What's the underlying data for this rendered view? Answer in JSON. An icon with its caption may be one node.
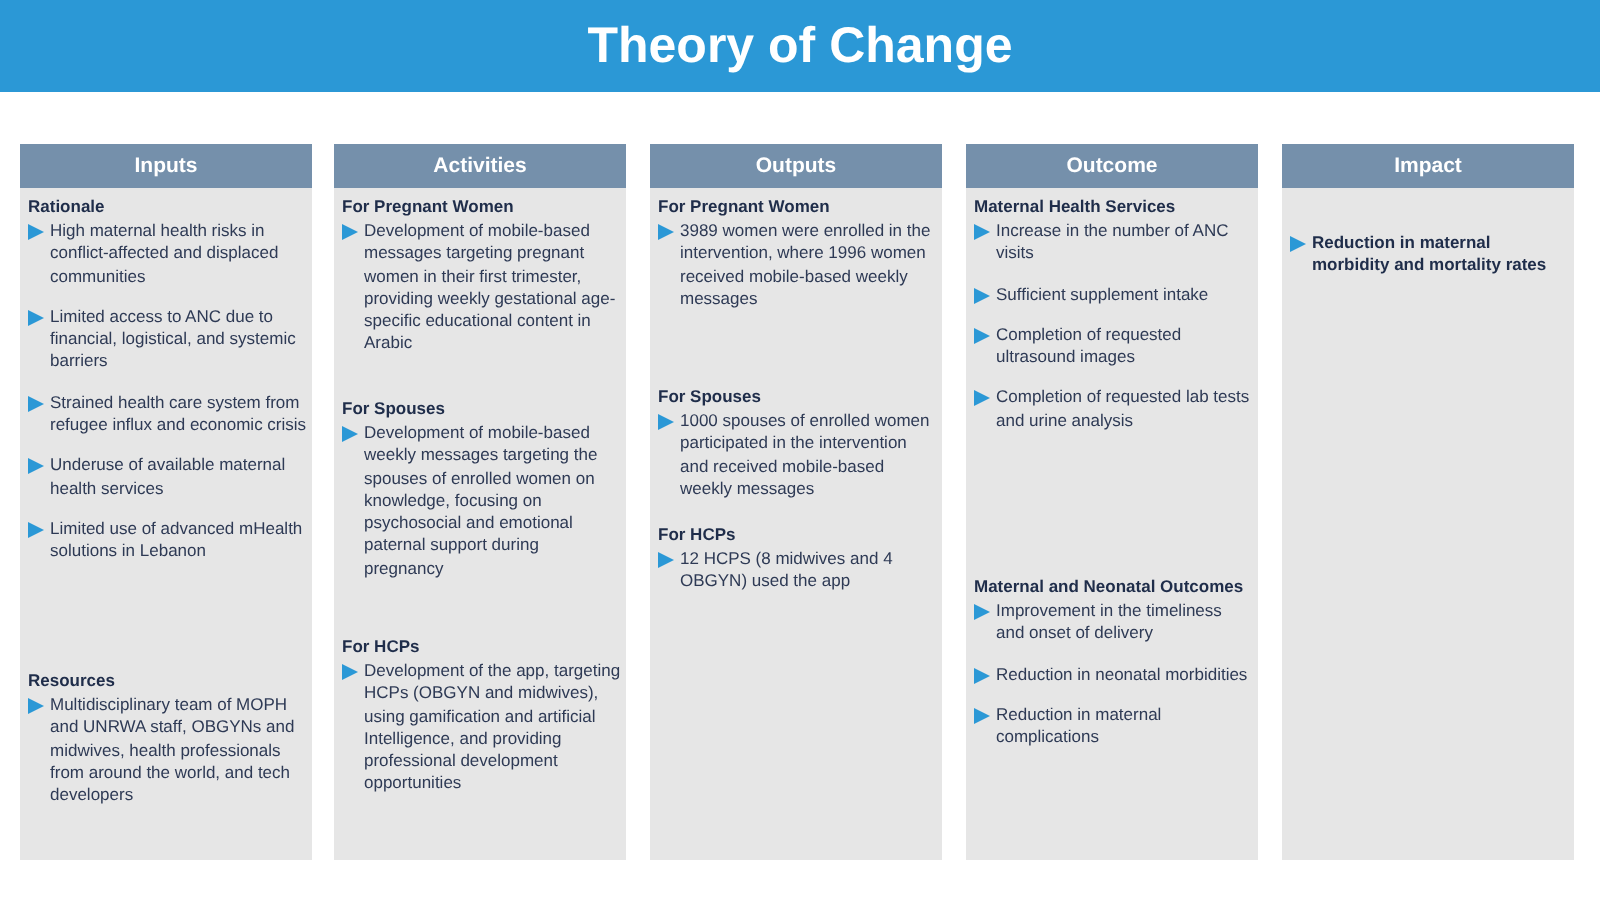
{
  "diagram": {
    "title": "Theory of Change",
    "nodes": [
      {
        "text": [
          "Inputs"
        ]
      },
      {
        "text": [
          "Rationale",
          "High maternal health risks in conflict-affected and displaced communities",
          "Limited access to ANC due to financial, logistical, and systemic barriers",
          "Strained health care system from refugee influx and economic crisis",
          "Underuse of available maternal health services",
          "Limited use of advanced mHealth solutions in Lebanon"
        ],
        "in": 0
      },
      {
        "text": [
          "Resources",
          "Multidisciplinary team of MOPH and UNRWA staff, OBGYNs and midwives, health professionals from around the world, and tech developers"
        ],
        "in": 0
      },
      {
        "text": [
          "Activities"
        ]
      },
      {
        "text": [
          "For Pregnant Women",
          "Development of mobile-based messages targeting pregnant women in their first trimester, providing weekly gestational age-specific educational content in Arabic"
        ],
        "in": 3
      },
      {
        "text": [
          "For Spouses",
          "Development of mobile-based weekly messages targeting the spouses of enrolled women on knowledge, focusing on psychosocial and emotional paternal support during pregnancy"
        ],
        "in": 3
      },
      {
        "text": [
          "For HCPs",
          "Development of the app, targeting HCPs (OBGYN and midwives), using gamification and artificial Intelligence, and providing professional development opportunities"
        ],
        "in": 3
      },
      {
        "text": [
          "Outputs"
        ]
      },
      {
        "text": [
          "For Pregnant Women",
          "3989 women were enrolled in the intervention, where 1996 women received mobile-based weekly messages"
        ],
        "in": 7
      },
      {
        "text": [
          "For Spouses",
          "1000 spouses of enrolled women participated in the intervention and received mobile-based weekly messages"
        ],
        "in": 7
      },
      {
        "text": [
          "For HCPs",
          "12 HCPS (8 midwives and 4 OBGYN) used the app"
        ],
        "in": 7
      },
      {
        "text": [
          "Outcome"
        ]
      },
      {
        "text": [
          "Maternal Health Services",
          "Increase in the number of ANC visits",
          "Sufficient supplement intake",
          "Completion of requested ultrasound images",
          "Completion of requested lab tests and urine analysis"
        ],
        "in": 11
      },
      {
        "text": [
          "Maternal and Neonatal Outcomes",
          "Improvement in the timeliness and onset of delivery",
          "Reduction in neonatal morbidities",
          "Reduction in maternal complications"
        ],
        "in": 11
      },
      {
        "text": [
          "Impact",
          "Reduction in maternal morbidity and mortality rates"
        ]
      }
    ]
  }
}
